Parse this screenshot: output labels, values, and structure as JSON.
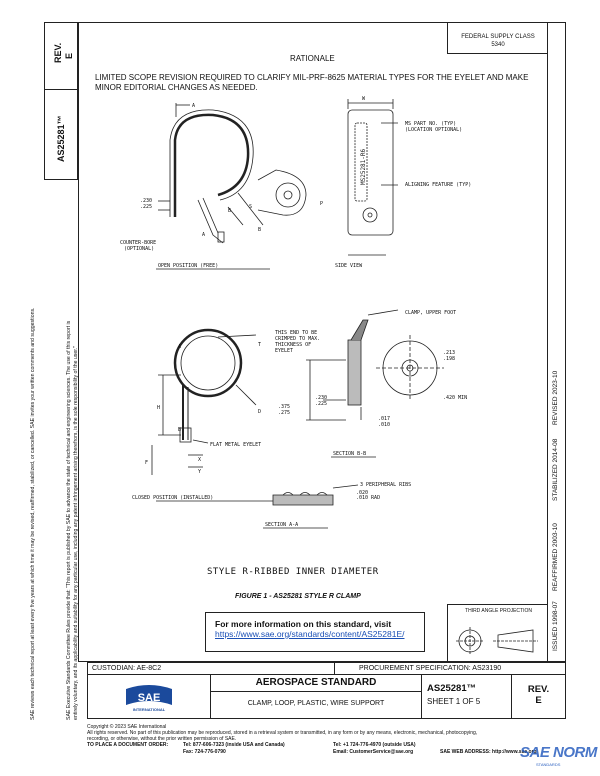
{
  "side_block": {
    "rev_label": "REV.",
    "rev_value": "E",
    "doc_number": "AS25281™"
  },
  "left_margin": {
    "line1": "SAE Executive Standards Committee Rules provide that: “This report is published by SAE to advance the state of technical and engineering sciences. The use of this report is",
    "line2": "entirely voluntary, and its applicability and suitability for any particular use, including any patent infringement arising therefrom, is the sole responsibility of the user.”",
    "line3": "SAE reviews each technical report at least every five years at which time it may be revised, reaffirmed, stabilized, or cancelled. SAE invites your written comments and suggestions."
  },
  "right_margin": {
    "issued": "ISSUED 1998-07",
    "reaffirmed": "REAFFIRMED 2003-10",
    "stabilized": "STABILIZED 2014-08",
    "revised": "REVISED 2023-10"
  },
  "federal_supply": {
    "label": "FEDERAL SUPPLY CLASS",
    "value": "5340"
  },
  "rationale": {
    "title": "RATIONALE",
    "text": "LIMITED SCOPE REVISION REQUIRED TO CLARIFY MIL-PRF-8625 MATERIAL TYPES FOR THE EYELET AND MAKE MINOR EDITORIAL CHANGES AS NEEDED."
  },
  "drawing": {
    "open_position": "OPEN POSITION (FREE)",
    "side_view": "SIDE VIEW",
    "closed_position": "CLOSED POSITION (INSTALLED)",
    "section_bb": "SECTION B-B",
    "section_aa": "SECTION A-A",
    "counter_bore": "COUNTER-BORE",
    "optional": "(OPTIONAL)",
    "ms_part_no": "MS PART NO. (TYP)",
    "location_optional": "(LOCATION OPTIONAL)",
    "aligning_feature": "ALIGNING FEATURE (TYP)",
    "clamp_upper_foot": "CLAMP, UPPER FOOT",
    "crimp_note_1": "THIS END TO BE",
    "crimp_note_2": "CRIMPED TO MAX.",
    "crimp_note_3": "THICKNESS OF",
    "crimp_note_4": "EYELET",
    "flat_eyelet": "FLAT METAL EYELET",
    "peripheral_ribs": "3 PERIPHERAL RIBS",
    "rad_note": ".020",
    "rad_note_2": ".010 RAD",
    "dim_230": ".230",
    "dim_225": ".225",
    "dim_375": ".375",
    "dim_275": ".275",
    "dim_017": ".017",
    "dim_010": ".010",
    "dim_213": ".213",
    "dim_198": ".198",
    "dim_420": ".420 MIN",
    "part_mark": "MS25281-R6",
    "lbl_a": "A",
    "lbl_b": "B",
    "lbl_s": "S",
    "lbl_p": "P",
    "lbl_w": "W",
    "lbl_t": "T",
    "lbl_d": "D",
    "lbl_h": "H",
    "lbl_f": "F",
    "lbl_x": "X",
    "lbl_y": "Y"
  },
  "style_title": "STYLE R-RIBBED INNER DIAMETER",
  "figure_caption": "FIGURE 1 - AS25281 STYLE R CLAMP",
  "info_box": {
    "title": "For more information on this standard, visit",
    "url": "https://www.sae.org/standards/content/AS25281E/"
  },
  "third_angle": "THIRD ANGLE PROJECTION",
  "title_block": {
    "custodian": "CUSTODIAN: AE-8C2",
    "procurement": "PROCUREMENT SPECIFICATION: AS23190",
    "logo_text": "SAE",
    "logo_sub": "INTERNATIONAL",
    "standard_type": "AEROSPACE STANDARD",
    "title": "CLAMP, LOOP, PLASTIC, WIRE SUPPORT",
    "doc_number": "AS25281™",
    "sheet": "SHEET 1 OF 5",
    "rev_label": "REV.",
    "rev_value": "E"
  },
  "footer": {
    "copyright": "Copyright © 2023 SAE International",
    "rights": "All rights reserved. No part of this publication may be reproduced, stored in a retrieval system or transmitted, in any form or by any means, electronic, mechanical, photocopying,",
    "rights2": "recording, or otherwise, without the prior written permission of SAE.",
    "order_label": "TO PLACE A DOCUMENT ORDER:",
    "tel_us": "Tel: 877-606-7323 (inside USA and Canada)",
    "fax": "Fax: 724-776-0790",
    "tel_out": "Tel: +1 724-776-4970 (outside USA)",
    "email": "Email: CustomerService@sae.org",
    "web": "SAE WEB ADDRESS: http://www.sae.org"
  },
  "watermark": {
    "text": "SAE NORM",
    "sub": "STANDARDS"
  }
}
